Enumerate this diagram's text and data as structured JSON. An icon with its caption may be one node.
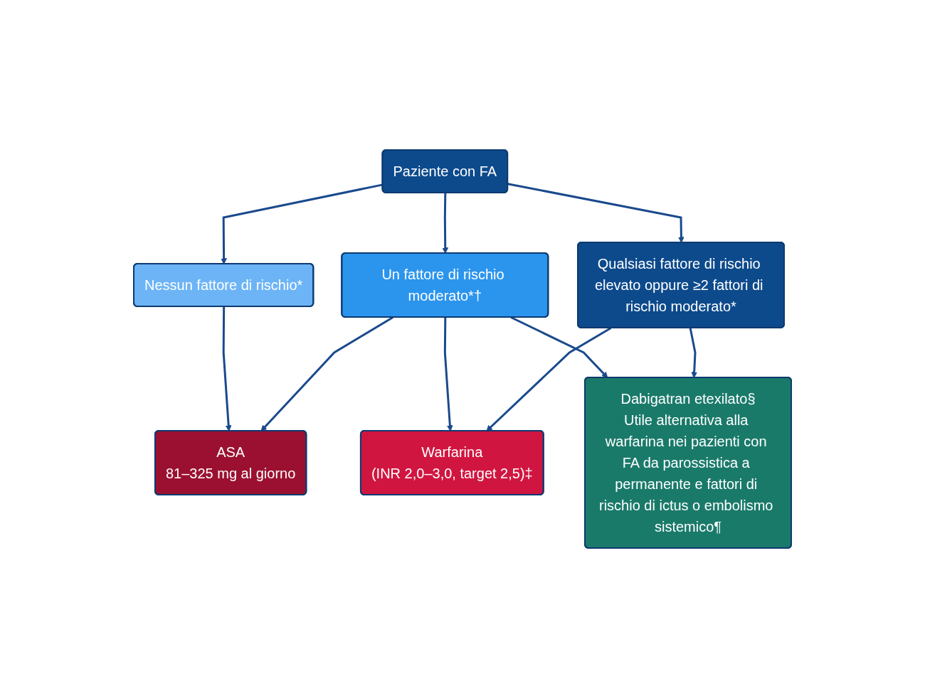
{
  "diagram": {
    "nodes": [
      {
        "text": [
          "Paziente con FA"
        ]
      },
      {
        "text": [
          "Nessun fattore di rischio*"
        ]
      },
      {
        "text": [
          "Un fattore di rischio moderato*†"
        ]
      },
      {
        "text": [
          "Qualsiasi fattore di rischio elevato oppure ≥2 fattori di rischio moderato*"
        ]
      },
      {
        "text": [
          "ASA",
          "81–325 mg al giorno"
        ]
      },
      {
        "text": [
          "Warfarina",
          "(INR 2,0–3,0, target 2,5)‡"
        ]
      },
      {
        "text": [
          "Dabigatran etexilato§",
          "Utile alternativa alla warfarina nei pazienti con FA da parossistica a permanente e fattori di rischio di ictus o embolismo sistemico¶"
        ]
      }
    ],
    "edges": [
      {
        "from": 0,
        "to": 1,
        "arrow": "to"
      },
      {
        "from": 0,
        "to": 2,
        "arrow": "to"
      },
      {
        "from": 0,
        "to": 3,
        "arrow": "to"
      },
      {
        "from": 1,
        "to": 4,
        "arrow": "to"
      },
      {
        "from": 2,
        "to": 4,
        "arrow": "to"
      },
      {
        "from": 2,
        "to": 5,
        "arrow": "to"
      },
      {
        "from": 2,
        "to": 6,
        "arrow": "to"
      },
      {
        "from": 3,
        "to": 5,
        "arrow": "to"
      },
      {
        "from": 3,
        "to": 6,
        "arrow": "to"
      }
    ]
  }
}
